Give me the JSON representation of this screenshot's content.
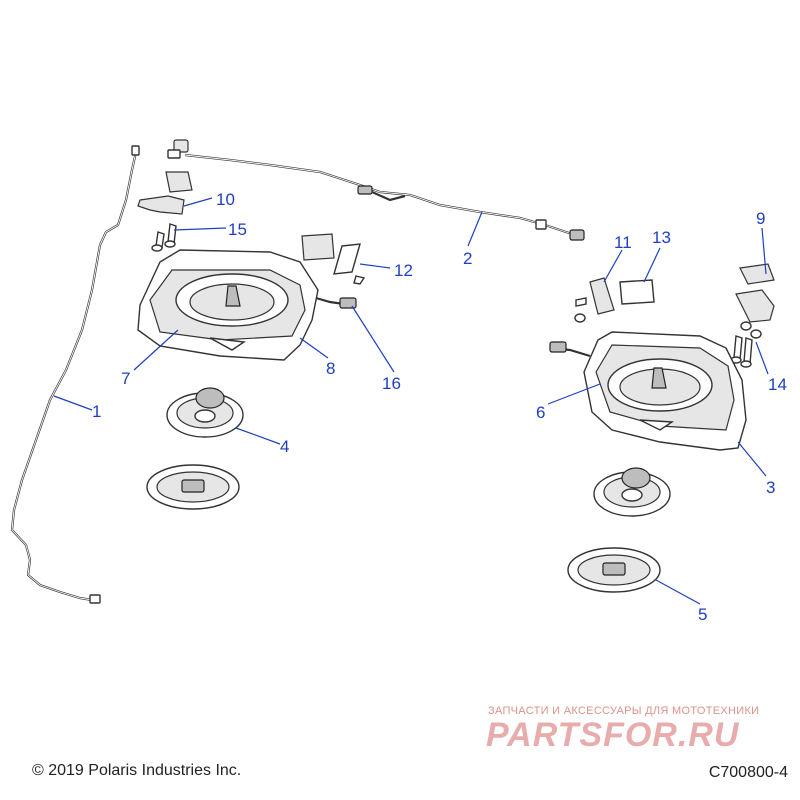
{
  "diagram": {
    "callouts": [
      {
        "id": "callout-1",
        "label": "1"
      },
      {
        "id": "callout-2",
        "label": "2"
      },
      {
        "id": "callout-3",
        "label": "3"
      },
      {
        "id": "callout-4",
        "label": "4"
      },
      {
        "id": "callout-5",
        "label": "5"
      },
      {
        "id": "callout-6",
        "label": "6"
      },
      {
        "id": "callout-7",
        "label": "7"
      },
      {
        "id": "callout-8",
        "label": "8"
      },
      {
        "id": "callout-9",
        "label": "9"
      },
      {
        "id": "callout-10",
        "label": "10"
      },
      {
        "id": "callout-11",
        "label": "11"
      },
      {
        "id": "callout-12",
        "label": "12"
      },
      {
        "id": "callout-13",
        "label": "13"
      },
      {
        "id": "callout-14",
        "label": "14"
      },
      {
        "id": "callout-15",
        "label": "15"
      },
      {
        "id": "callout-16",
        "label": "16"
      }
    ],
    "callout_color": "#1f3fbf"
  },
  "footer": {
    "copyright": "© 2019 Polaris Industries Inc.",
    "drawing_id": "C700800-4"
  },
  "watermark": {
    "tagline": "ЗАПЧАСТИ И АКСЕССУАРЫ ДЛЯ МОТОТЕХНИКИ",
    "brand": "PARTSFOR.RU",
    "color": "#d04a4a"
  }
}
